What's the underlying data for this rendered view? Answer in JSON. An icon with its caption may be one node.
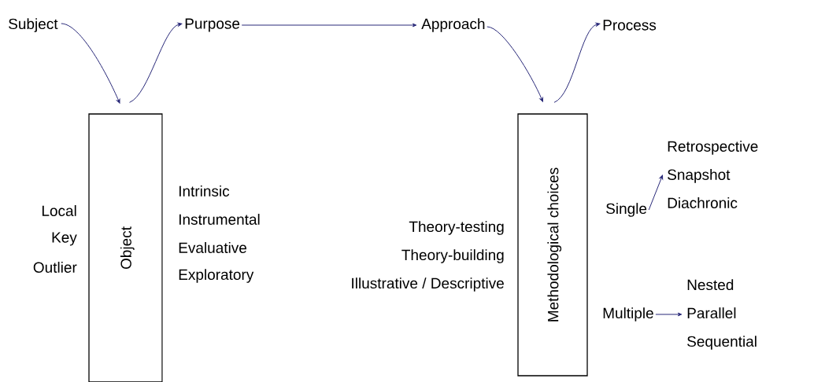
{
  "diagram": {
    "nodes": [
      {
        "text": [
          "Subject"
        ]
      },
      {
        "text": [
          "Purpose"
        ]
      },
      {
        "text": [
          "Approach"
        ]
      },
      {
        "text": [
          "Process"
        ]
      },
      {
        "text": [
          "Object"
        ]
      },
      {
        "text": [
          "Methodological choices"
        ]
      },
      {
        "text": [
          "Single"
        ]
      },
      {
        "text": [
          "Retrospective",
          "Snapshot",
          "Diachronic"
        ]
      },
      {
        "text": [
          "Multiple"
        ]
      },
      {
        "text": [
          "Nested",
          "Parallel",
          "Sequential"
        ]
      }
    ],
    "edges": [
      {
        "from": 0,
        "to": 4,
        "arrow": "to"
      },
      {
        "from": 4,
        "to": 1,
        "arrow": "to"
      },
      {
        "from": 1,
        "to": 2,
        "arrow": "to"
      },
      {
        "from": 2,
        "to": 5,
        "arrow": "to"
      },
      {
        "from": 5,
        "to": 3,
        "arrow": "to"
      },
      {
        "from": 6,
        "to": 7,
        "arrow": "to"
      },
      {
        "from": 8,
        "to": 9,
        "arrow": "to"
      }
    ],
    "labels": [
      "Local",
      "Key",
      "Outlier",
      "Intrinsic",
      "Instrumental",
      "Evaluative",
      "Exploratory",
      "Theory-testing",
      "Theory-building",
      "Illustrative / Descriptive"
    ]
  }
}
